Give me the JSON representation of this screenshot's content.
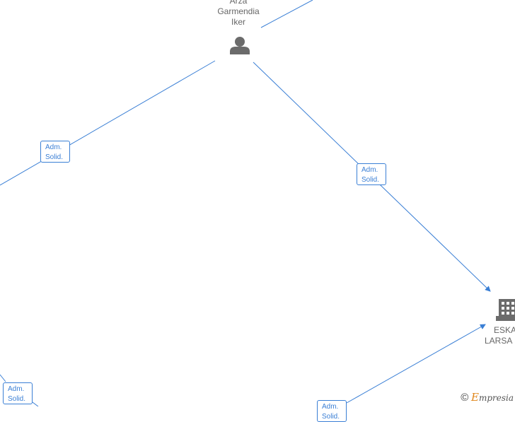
{
  "graph": {
    "person": {
      "name_lines": [
        "Arza",
        "Garmendia",
        "Iker"
      ],
      "icon": "person-icon"
    },
    "company": {
      "name_lines": [
        "ESKA",
        "LARSA"
      ],
      "icon": "building-icon"
    },
    "edge_labels": [
      {
        "line1": "Adm.",
        "line2": "Solid."
      },
      {
        "line1": "Adm.",
        "line2": "Solid."
      },
      {
        "line1": "Adm.",
        "line2": "Solid."
      },
      {
        "line1": "Adm.",
        "line2": "Solid."
      }
    ]
  },
  "colors": {
    "edge": "#3a7fd5",
    "node_text": "#666666",
    "icon": "#6b6b6b"
  },
  "footer": {
    "copyright": "©",
    "brand_initial": "E",
    "brand_rest": "mpresia"
  }
}
